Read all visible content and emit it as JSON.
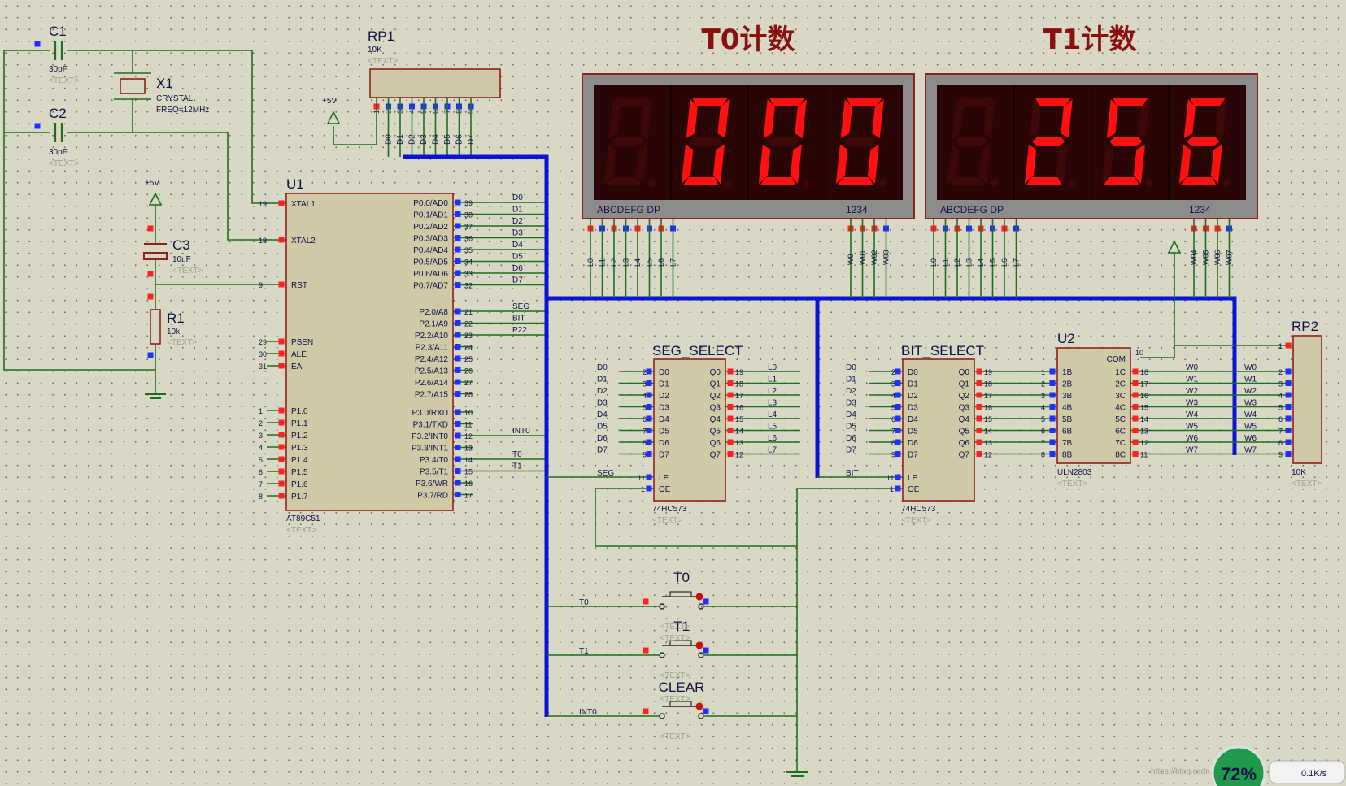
{
  "titles": {
    "t0": "T0计数",
    "t1": "T1计数"
  },
  "text_placeholder": "<TEXT>",
  "colors": {
    "wire": "#1f6e1f",
    "bus": "#0a14d8",
    "body": "#cfc9a6",
    "outline": "#8e2020",
    "segOn": "#ff1010",
    "segOff": "#3c0808",
    "pinRed": "#ff2020",
    "pinBlue": "#1f2fff"
  },
  "c1": {
    "name": "C1",
    "value": "30pF"
  },
  "c2": {
    "name": "C2",
    "value": "30pF"
  },
  "x1": {
    "name": "X1",
    "type": "CRYSTAL",
    "freq": "FREQ=12MHz"
  },
  "c3": {
    "name": "C3",
    "value": "10uF"
  },
  "r1": {
    "name": "R1",
    "value": "10k"
  },
  "power": {
    "vcc": "+5V"
  },
  "rp1": {
    "name": "RP1",
    "value": "10K",
    "pins": [
      "1",
      "2",
      "3",
      "4",
      "5",
      "6",
      "7",
      "8",
      "9"
    ],
    "nets": [
      "D0",
      "D1",
      "D2",
      "D3",
      "D4",
      "D5",
      "D6",
      "D7"
    ]
  },
  "u1": {
    "name": "U1",
    "part": "AT89C51",
    "left": [
      {
        "pin": "19",
        "label": "XTAL1"
      },
      {
        "pin": "18",
        "label": "XTAL2"
      },
      {
        "pin": "9",
        "label": "RST"
      },
      {
        "pin": "29",
        "label": "PSEN"
      },
      {
        "pin": "30",
        "label": "ALE"
      },
      {
        "pin": "31",
        "label": "EA"
      },
      {
        "pin": "1",
        "label": "P1.0"
      },
      {
        "pin": "2",
        "label": "P1.1"
      },
      {
        "pin": "3",
        "label": "P1.2"
      },
      {
        "pin": "4",
        "label": "P1.3"
      },
      {
        "pin": "5",
        "label": "P1.4"
      },
      {
        "pin": "6",
        "label": "P1.5"
      },
      {
        "pin": "7",
        "label": "P1.6"
      },
      {
        "pin": "8",
        "label": "P1.7"
      }
    ],
    "right": [
      {
        "pin": "39",
        "label": "P0.0/AD0",
        "net": "D0"
      },
      {
        "pin": "38",
        "label": "P0.1/AD1",
        "net": "D1"
      },
      {
        "pin": "37",
        "label": "P0.2/AD2",
        "net": "D2"
      },
      {
        "pin": "36",
        "label": "P0.3/AD3",
        "net": "D3"
      },
      {
        "pin": "35",
        "label": "P0.4/AD4",
        "net": "D4"
      },
      {
        "pin": "34",
        "label": "P0.5/AD5",
        "net": "D5"
      },
      {
        "pin": "33",
        "label": "P0.6/AD6",
        "net": "D6"
      },
      {
        "pin": "32",
        "label": "P0.7/AD7",
        "net": "D7"
      },
      {
        "pin": "21",
        "label": "P2.0/A8",
        "net": "SEG"
      },
      {
        "pin": "22",
        "label": "P2.1/A9",
        "net": "BIT"
      },
      {
        "pin": "23",
        "label": "P2.2/A10",
        "net": "P22"
      },
      {
        "pin": "24",
        "label": "P2.3/A11",
        "net": ""
      },
      {
        "pin": "25",
        "label": "P2.4/A12",
        "net": ""
      },
      {
        "pin": "26",
        "label": "P2.5/A13",
        "net": ""
      },
      {
        "pin": "27",
        "label": "P2.6/A14",
        "net": ""
      },
      {
        "pin": "28",
        "label": "P2.7/A15",
        "net": ""
      },
      {
        "pin": "10",
        "label": "P3.0/RXD",
        "net": ""
      },
      {
        "pin": "11",
        "label": "P3.1/TXD",
        "net": ""
      },
      {
        "pin": "12",
        "label": "P3.2/INT0",
        "net": "INT0"
      },
      {
        "pin": "13",
        "label": "P3.3/INT1",
        "net": ""
      },
      {
        "pin": "14",
        "label": "P3.4/T0",
        "net": "T0"
      },
      {
        "pin": "15",
        "label": "P3.5/T1",
        "net": "T1"
      },
      {
        "pin": "16",
        "label": "P3.6/WR",
        "net": ""
      },
      {
        "pin": "17",
        "label": "P3.7/RD",
        "net": ""
      }
    ]
  },
  "seg_select": {
    "name": "SEG_SELECT",
    "part": "74HC573",
    "inputs": [
      "D0",
      "D1",
      "D2",
      "D3",
      "D4",
      "D5",
      "D6",
      "D7"
    ],
    "inPins": [
      "2",
      "3",
      "4",
      "5",
      "6",
      "7",
      "8",
      "9"
    ],
    "outputs": [
      "Q0",
      "Q1",
      "Q2",
      "Q3",
      "Q4",
      "Q5",
      "Q6",
      "Q7"
    ],
    "outPins": [
      "19",
      "18",
      "17",
      "16",
      "15",
      "14",
      "13",
      "12"
    ],
    "outNets": [
      "L0",
      "L1",
      "L2",
      "L3",
      "L4",
      "L5",
      "L6",
      "L7"
    ],
    "le": "LE",
    "oe": "OE",
    "lePin": "11",
    "oePin": "1",
    "leNet": "SEG"
  },
  "bit_select": {
    "name": "BIT_SELECT",
    "part": "74HC573",
    "inputs": [
      "D0",
      "D1",
      "D2",
      "D3",
      "D4",
      "D5",
      "D6",
      "D7"
    ],
    "inPins": [
      "2",
      "3",
      "4",
      "5",
      "6",
      "7",
      "8",
      "9"
    ],
    "outputs": [
      "Q0",
      "Q1",
      "Q2",
      "Q3",
      "Q4",
      "Q5",
      "Q6",
      "Q7"
    ],
    "outPins": [
      "19",
      "18",
      "17",
      "16",
      "15",
      "14",
      "13",
      "12"
    ],
    "le": "LE",
    "oe": "OE",
    "lePin": "11",
    "oePin": "1",
    "leNet": "BIT"
  },
  "u2": {
    "name": "U2",
    "part": "ULN2803",
    "com": "COM",
    "comPin": "10",
    "inPins": [
      "1",
      "2",
      "3",
      "4",
      "5",
      "6",
      "7",
      "8"
    ],
    "inLabels": [
      "1B",
      "2B",
      "3B",
      "4B",
      "5B",
      "6B",
      "7B",
      "8B"
    ],
    "outLabels": [
      "1C",
      "2C",
      "3C",
      "4C",
      "5C",
      "6C",
      "7C",
      "8C"
    ],
    "outPins": [
      "18",
      "17",
      "16",
      "15",
      "14",
      "13",
      "12",
      "11"
    ],
    "outNets": [
      "W0",
      "W1",
      "W2",
      "W3",
      "W4",
      "W5",
      "W6",
      "W7"
    ]
  },
  "rp2": {
    "name": "RP2",
    "value": "10K",
    "pins": [
      "1",
      "2",
      "3",
      "4",
      "5",
      "6",
      "7",
      "8",
      "9"
    ],
    "nets": [
      "W0",
      "W1",
      "W2",
      "W3",
      "W4",
      "W5",
      "W6",
      "W7"
    ]
  },
  "display_t0": {
    "digits": [
      "8",
      "0",
      "0",
      "0"
    ],
    "lit": [
      false,
      true,
      true,
      true
    ],
    "segLabel": "ABCDEFG  DP",
    "digitLabel": "1234",
    "segNets": [
      "L0",
      "L1",
      "L2",
      "L3",
      "L4",
      "L5",
      "L6",
      "L7"
    ],
    "digitNets": [
      "W0",
      "W01",
      "W02",
      "W03"
    ]
  },
  "display_t1": {
    "digits": [
      "8",
      "2",
      "5",
      "6"
    ],
    "lit": [
      false,
      true,
      true,
      true
    ],
    "segLabel": "ABCDEFG  DP",
    "digitLabel": "1234",
    "segNets": [
      "L0",
      "L1",
      "L2",
      "L3",
      "L4",
      "L5",
      "L6",
      "L7"
    ],
    "digitNets": [
      "W04",
      "W05",
      "W06",
      "W07"
    ]
  },
  "buttons": [
    {
      "name": "T0",
      "net": "T0"
    },
    {
      "name": "T1",
      "net": "T1"
    },
    {
      "name": "CLEAR",
      "net": "INT0"
    }
  ],
  "watermark": "https://blog.csdn.net/...",
  "speed_badge": {
    "percent": "72%",
    "rate": "0.1K/s"
  }
}
